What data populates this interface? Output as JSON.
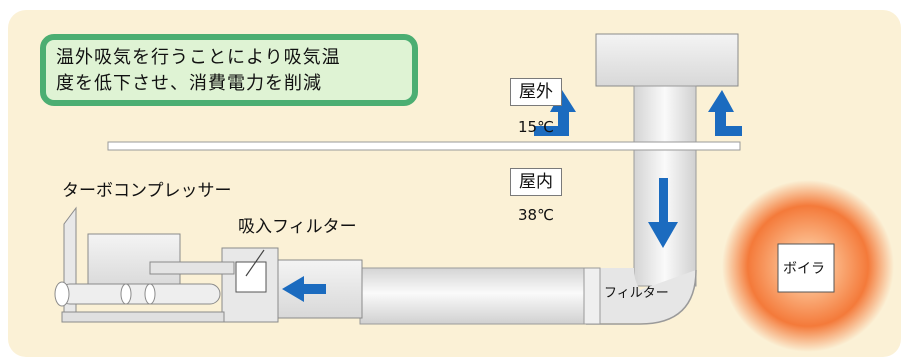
{
  "callout": {
    "text": "温外吸気を行うことにより吸気温\n度を低下させ、消費電力を削減"
  },
  "outdoor": {
    "label": "屋外",
    "temperature": "15℃"
  },
  "indoor": {
    "label": "屋内",
    "temperature": "38℃"
  },
  "equipment": {
    "compressor": "ターボコンプレッサー",
    "intake_filter": "吸入フィルター",
    "duct_filter": "フィルター",
    "boiler": "ボイラ"
  },
  "colors": {
    "background": "#fbf1d6",
    "callout_border": "#4cae72",
    "callout_fill": "#dff3d4",
    "arrow_blue": "#1b6bbf",
    "boiler_glow": "#f47a3a"
  }
}
